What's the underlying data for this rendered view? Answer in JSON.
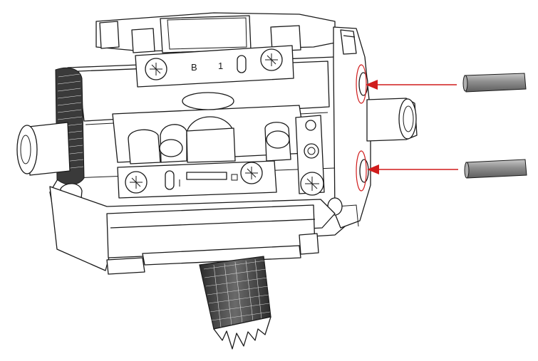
{
  "title": "",
  "plate_markings": {
    "letter": "B",
    "number": "1"
  },
  "colors": {
    "arrow": "#d01c1c",
    "highlight_ring": "#d01c1c",
    "pin_fill": "#8e8e8e",
    "outline": "#1a1a1a"
  },
  "callouts": [
    {
      "part": "dowel-pin",
      "target": "upper-pin-hole"
    },
    {
      "part": "dowel-pin",
      "target": "lower-pin-hole"
    }
  ]
}
